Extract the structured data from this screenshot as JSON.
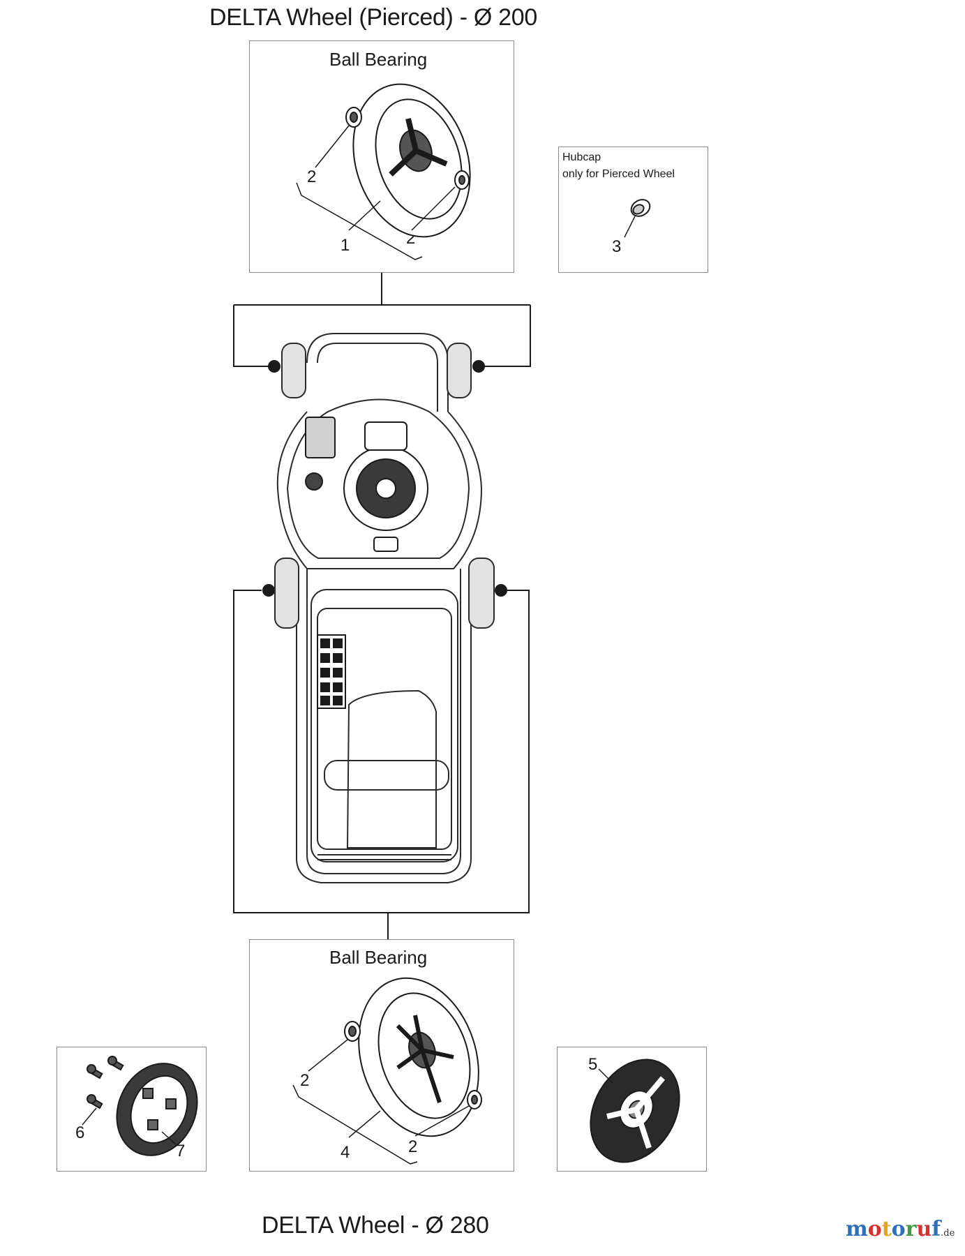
{
  "titles": {
    "top": "DELTA Wheel (Pierced) - Ø 200",
    "bottom": "DELTA Wheel - Ø 280"
  },
  "boxes": {
    "top_wheel": {
      "label": "Ball Bearing"
    },
    "hubcap": {
      "label_line1": "Hubcap",
      "label_line2": "only for Pierced Wheel"
    },
    "bottom_wheel": {
      "label": "Ball Bearing"
    }
  },
  "callouts": {
    "c1": "1",
    "c2a": "2",
    "c2b": "2",
    "c3": "3",
    "c2c": "2",
    "c2d": "2",
    "c4": "4",
    "c5": "5",
    "c6": "6",
    "c7": "7"
  },
  "logo": {
    "letters": [
      "m",
      "o",
      "t",
      "o",
      "r",
      "u",
      "f"
    ],
    "suffix": ".de",
    "colors": [
      "#2e6fb7",
      "#d8302f",
      "#e8a31c",
      "#2e6fb7",
      "#3f9b3f",
      "#d8302f",
      "#2e6fb7"
    ]
  }
}
